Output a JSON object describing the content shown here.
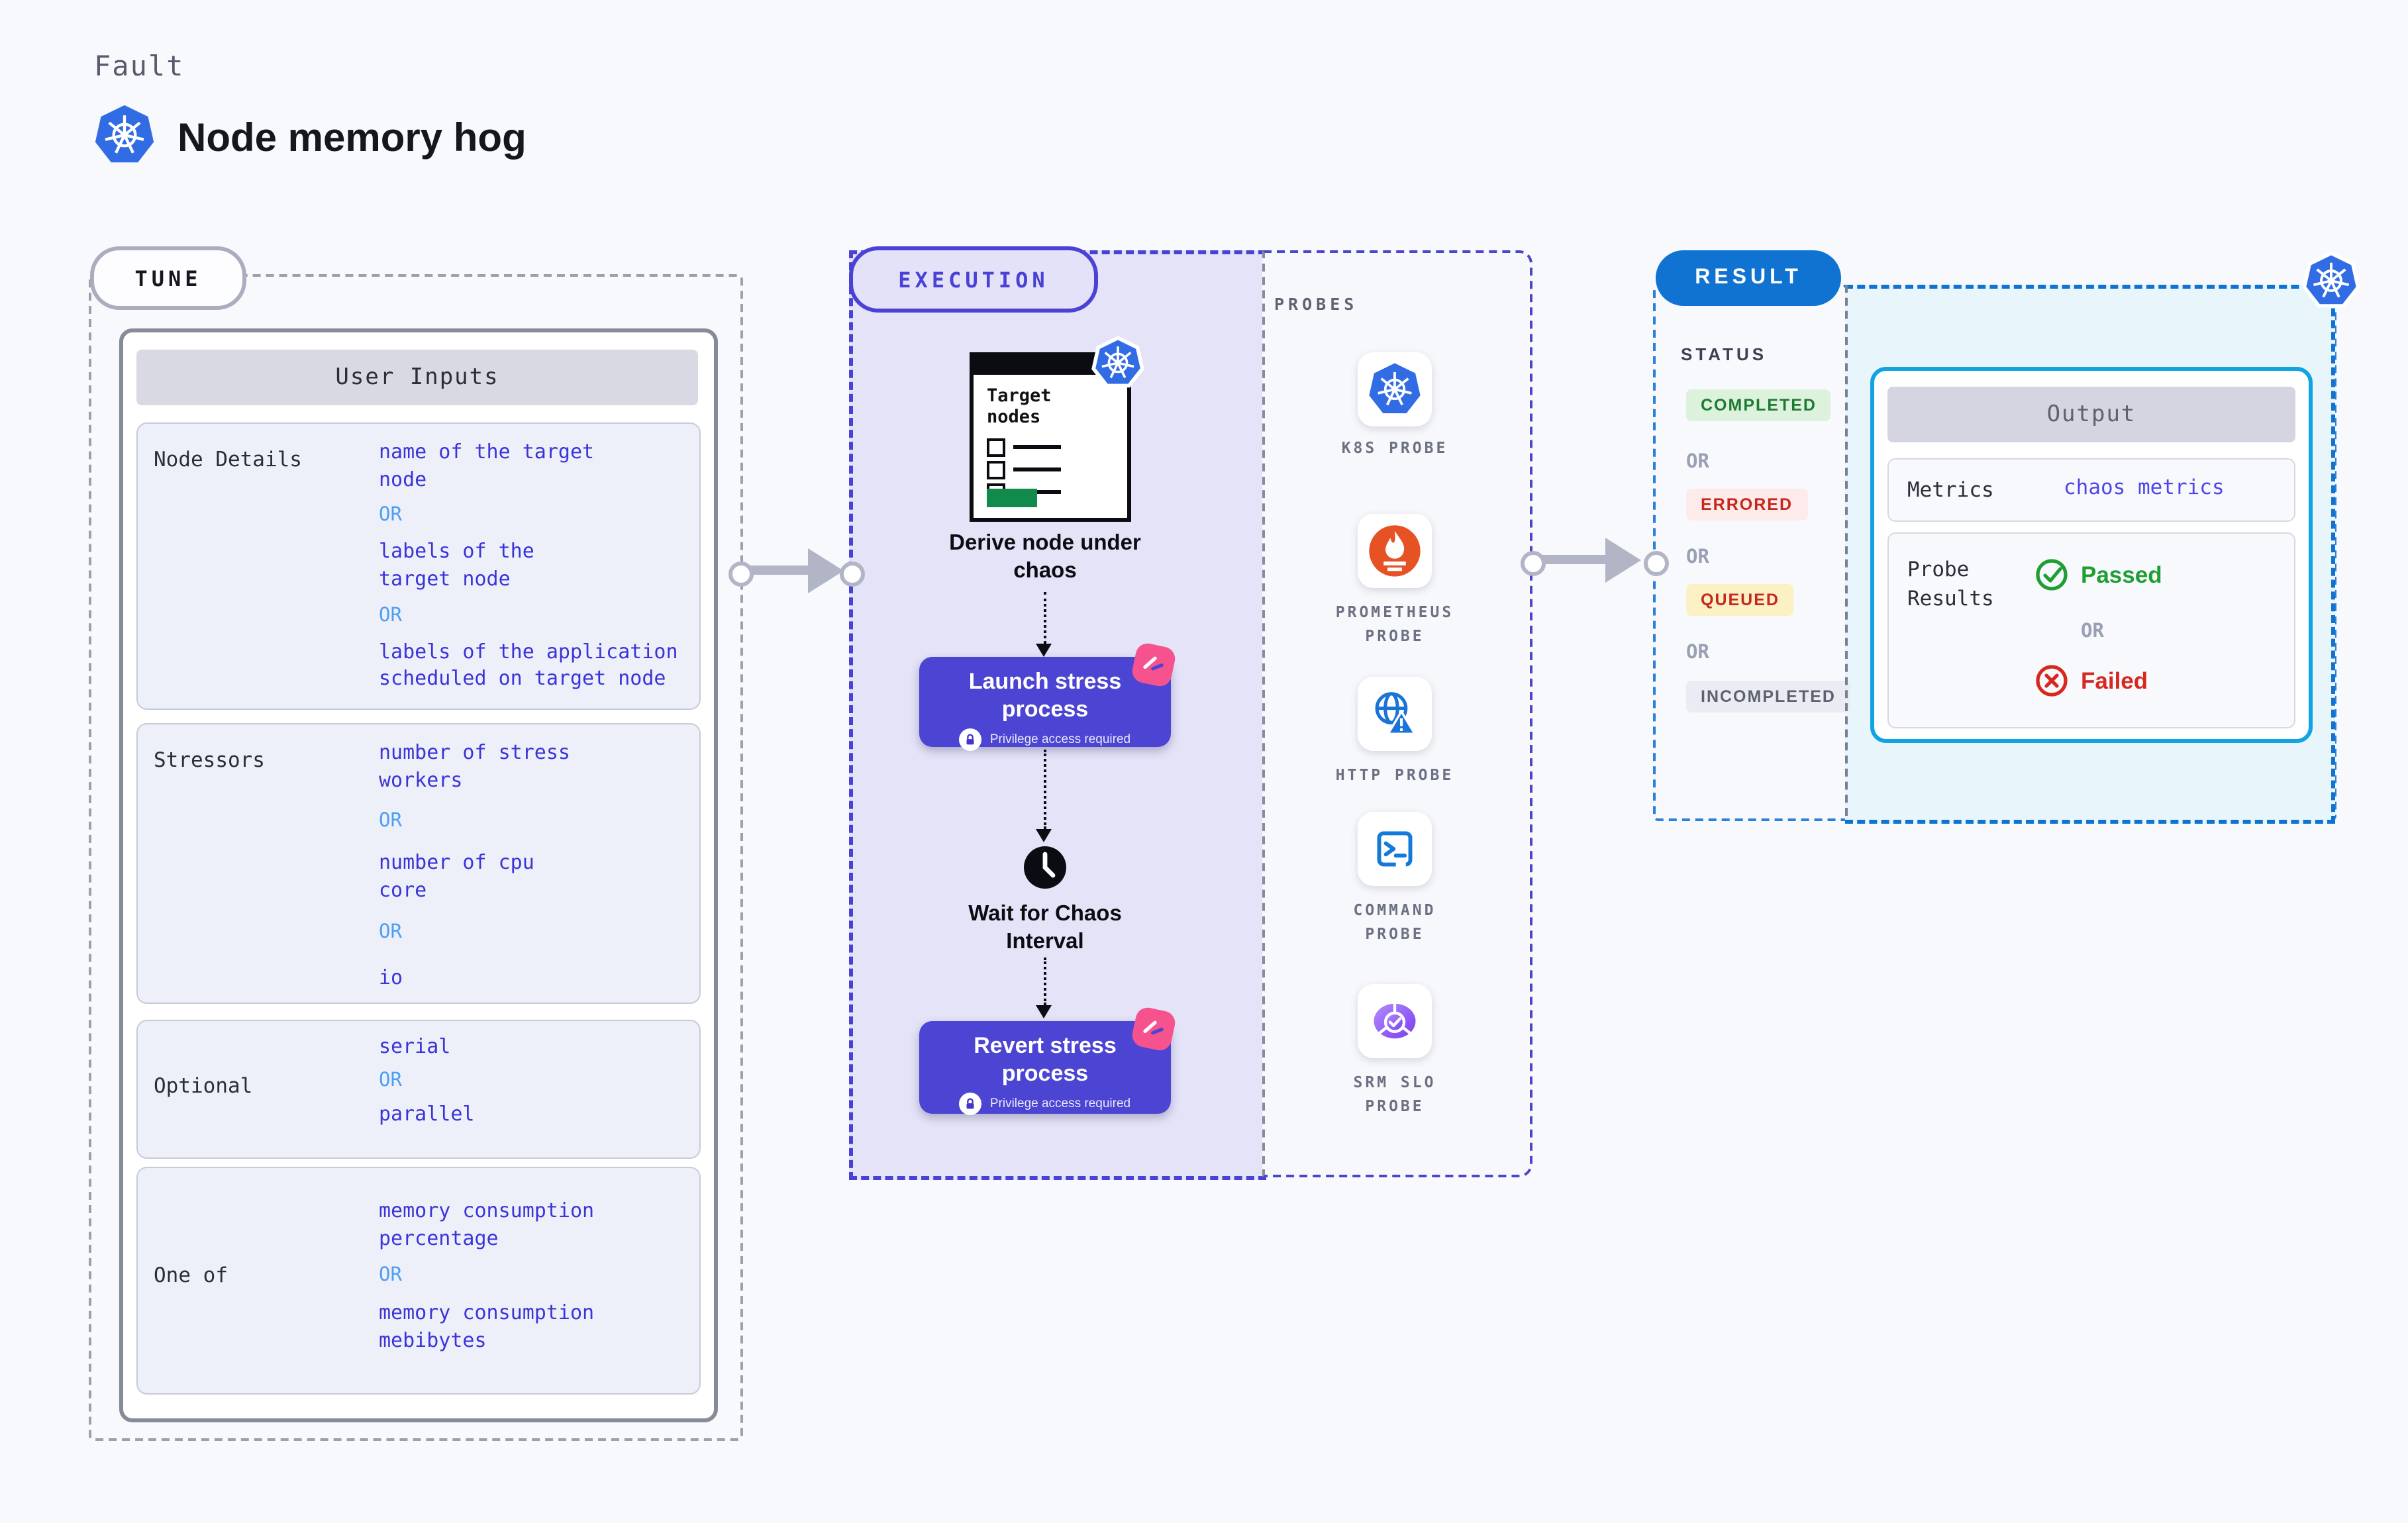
{
  "page": {
    "kicker": "Fault",
    "title": "Node memory hog"
  },
  "tune": {
    "badge": "TUNE",
    "table_title": "User Inputs",
    "or_label": "OR",
    "rows": [
      {
        "label": "Node Details",
        "options": [
          "name of the target\nnode",
          "labels of the\ntarget node",
          "labels of the application\n scheduled on target node"
        ]
      },
      {
        "label": "Stressors",
        "options": [
          "number of stress\nworkers",
          "number of cpu\ncore",
          "io"
        ]
      },
      {
        "label": "Optional",
        "options": [
          "serial",
          "parallel"
        ]
      },
      {
        "label": "One of",
        "options": [
          "memory consumption\npercentage",
          "memory consumption\nmebibytes"
        ]
      }
    ]
  },
  "execution": {
    "badge": "EXECUTION",
    "target_card_title": "Target\nnodes",
    "steps": [
      {
        "label": "Derive node under\nchaos"
      },
      {
        "label": "Launch stress\nprocess",
        "sub": "Privilege access required"
      },
      {
        "label": "Wait for Chaos\nInterval"
      },
      {
        "label": "Revert stress\nprocess",
        "sub": "Privilege access required"
      }
    ]
  },
  "probes": {
    "title": "PROBES",
    "items": [
      {
        "label": "K8S PROBE",
        "icon": "kubernetes-icon"
      },
      {
        "label": "PROMETHEUS\nPROBE",
        "icon": "prometheus-icon"
      },
      {
        "label": "HTTP PROBE",
        "icon": "globe-alert-icon"
      },
      {
        "label": "COMMAND\nPROBE",
        "icon": "terminal-icon"
      },
      {
        "label": "SRM SLO\nPROBE",
        "icon": "slo-gauge-icon"
      }
    ]
  },
  "result": {
    "badge": "RESULT",
    "status_title": "STATUS",
    "or_label": "OR",
    "statuses": [
      {
        "label": "COMPLETED",
        "bg": "#ddf2dc",
        "color": "#1d7a33"
      },
      {
        "label": "ERRORED",
        "bg": "#fcebea",
        "color": "#c5281c"
      },
      {
        "label": "QUEUED",
        "bg": "#fcf0c5",
        "color": "#c5281c"
      },
      {
        "label": "INCOMPLETED",
        "bg": "#ebecf3",
        "color": "#5d6170"
      }
    ],
    "output": {
      "title": "Output",
      "metrics_label": "Metrics",
      "metrics_value": "chaos metrics",
      "probe_results_label": "Probe\nResults",
      "passed": "Passed",
      "or_label": "OR",
      "failed": "Failed"
    }
  },
  "colors": {
    "accent_indigo": "#4a42d4",
    "value_indigo": "#3b34d9",
    "or_blue": "#4d9df3",
    "result_blue": "#1173d1",
    "output_border": "#11a3e2",
    "passed_green": "#1e9e33",
    "failed_red": "#d6281e",
    "badge_pink": "#f6538e",
    "k8s_blue": "#326ce5",
    "prometheus_orange": "#e75225",
    "button_indigo": "#4c44d2"
  }
}
